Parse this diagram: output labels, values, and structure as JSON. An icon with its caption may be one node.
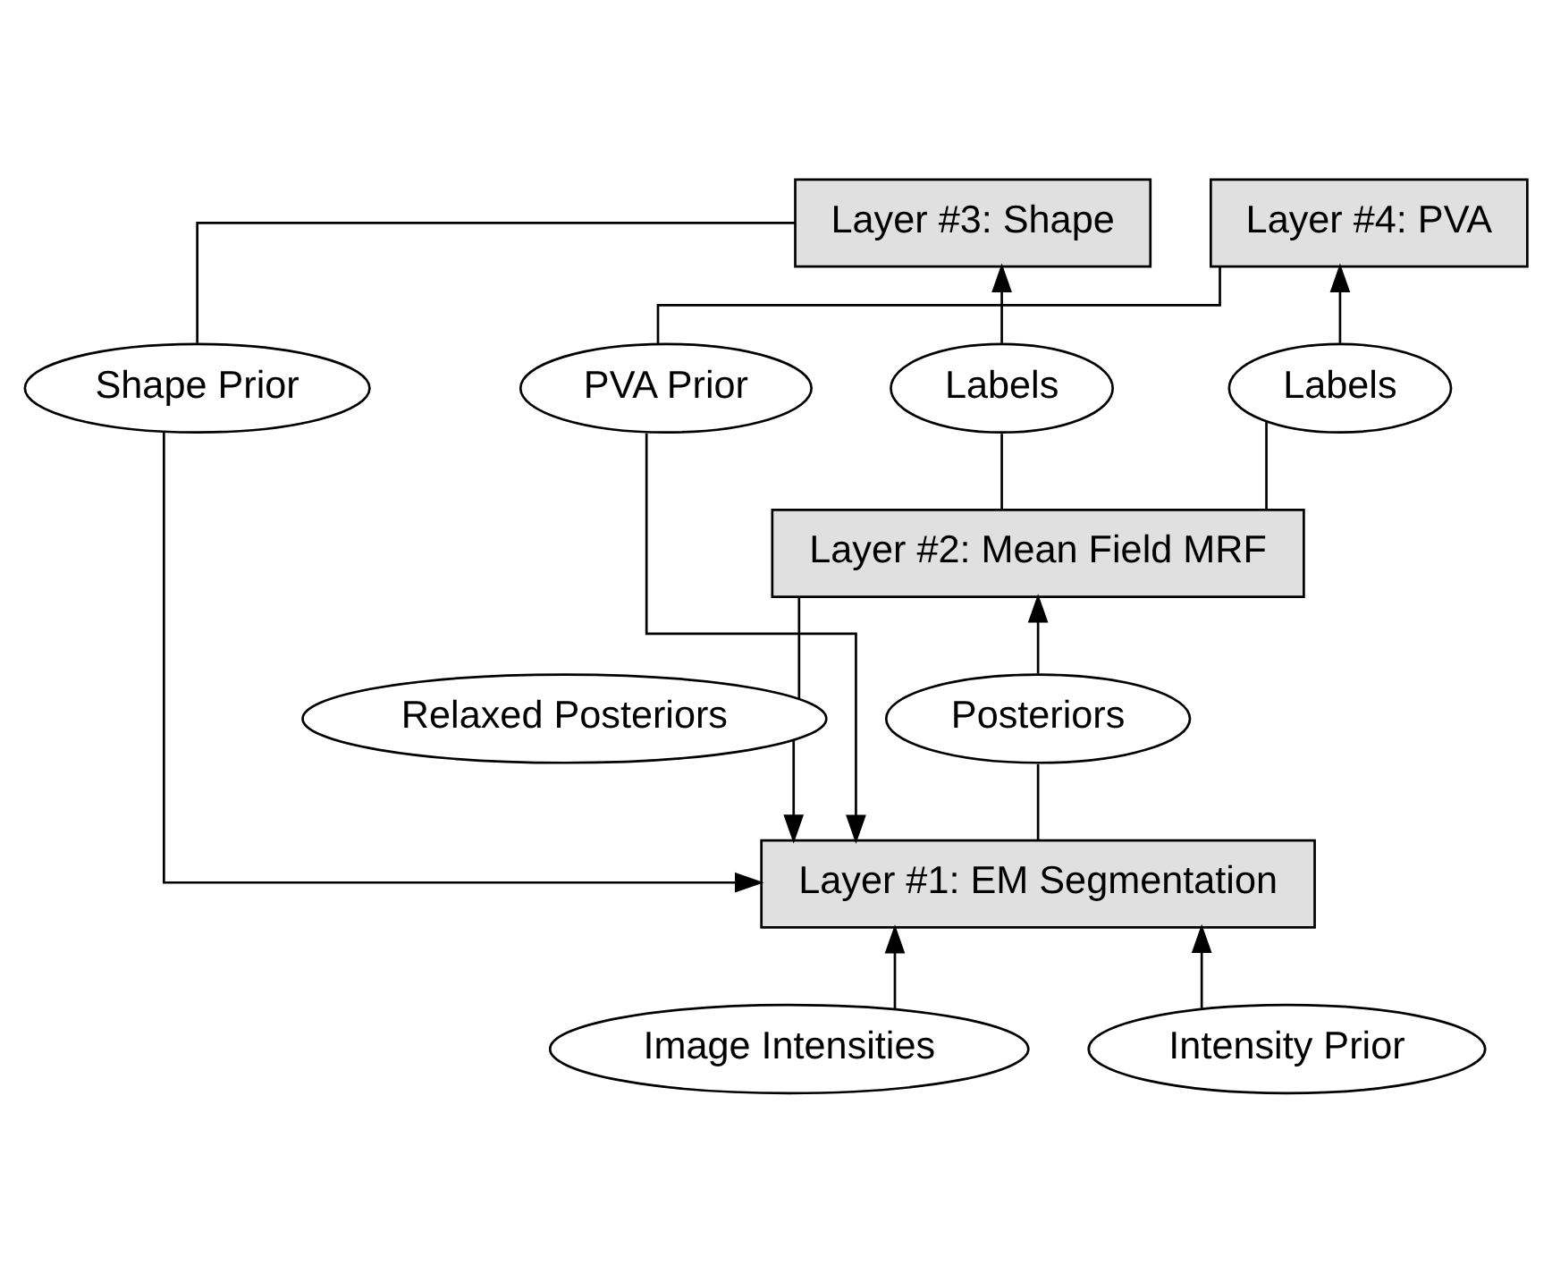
{
  "diagram": {
    "nodes": [
      {
        "text": [
          "Layer #4: PVA"
        ]
      },
      {
        "text": [
          "Layer #3: Shape"
        ]
      },
      {
        "text": [
          "Shape Prior"
        ]
      },
      {
        "text": [
          "Labels"
        ]
      },
      {
        "text": [
          "Labels"
        ]
      },
      {
        "text": [
          "PVA Prior"
        ]
      },
      {
        "text": [
          "Layer #2: Mean Field MRF"
        ]
      },
      {
        "text": [
          "Posteriors"
        ]
      },
      {
        "text": [
          "Relaxed Posteriors"
        ]
      },
      {
        "text": [
          "Layer #1: EM Segmentation"
        ]
      },
      {
        "text": [
          "Image Intensities"
        ]
      },
      {
        "text": [
          "Intensity Prior"
        ]
      }
    ],
    "edges": [
      {
        "from": 1,
        "to": 2,
        "arrow": "none"
      },
      {
        "from": 2,
        "to": 9,
        "arrow": "to"
      },
      {
        "from": 6,
        "to": 3,
        "arrow": "none"
      },
      {
        "from": 3,
        "to": 1,
        "arrow": "to"
      },
      {
        "from": 6,
        "to": 4,
        "arrow": "none"
      },
      {
        "from": 4,
        "to": 0,
        "arrow": "to"
      },
      {
        "from": 0,
        "to": 5,
        "arrow": "none"
      },
      {
        "from": 5,
        "to": 9,
        "arrow": "to"
      },
      {
        "from": 9,
        "to": 7,
        "arrow": "none"
      },
      {
        "from": 7,
        "to": 6,
        "arrow": "to"
      },
      {
        "from": 6,
        "to": 8,
        "arrow": "none"
      },
      {
        "from": 8,
        "to": 9,
        "arrow": "to"
      },
      {
        "from": 10,
        "to": 9,
        "arrow": "to"
      },
      {
        "from": 11,
        "to": 9,
        "arrow": "to"
      }
    ]
  }
}
